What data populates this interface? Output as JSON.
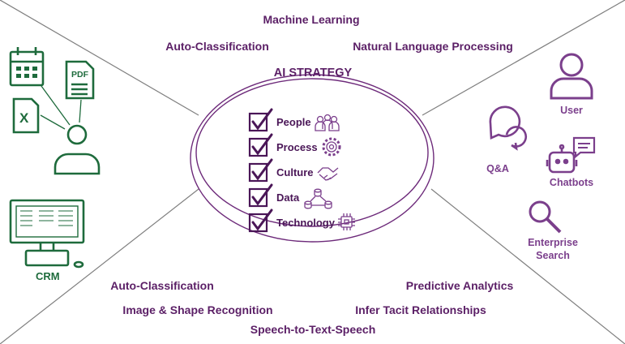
{
  "diagram": {
    "center_title": "AI STRATEGY",
    "top_labels": [
      "Machine Learning",
      "Auto-Classification",
      "Natural Language Processing"
    ],
    "bottom_labels": [
      "Auto-Classification",
      "Predictive Analytics",
      "Image & Shape Recognition",
      "Infer Tacit Relationships",
      "Speech-to-Text-Speech"
    ],
    "checklist": [
      {
        "label": "People",
        "icon": "people-icon"
      },
      {
        "label": "Process",
        "icon": "gear-icon"
      },
      {
        "label": "Culture",
        "icon": "handshake-icon"
      },
      {
        "label": "Data",
        "icon": "data-network-icon"
      },
      {
        "label": "Technology",
        "icon": "chip-icon"
      }
    ],
    "right_items": {
      "user": "User",
      "qa": "Q&A",
      "chatbots": "Chatbots",
      "search_line1": "Enterprise",
      "search_line2": "Search"
    },
    "left_items": {
      "pdf_text": "PDF",
      "excel_text": "X",
      "crm": "CRM"
    }
  },
  "colors": {
    "purple_dark": "#5b1f66",
    "purple_light": "#7b3f8c",
    "green": "#1e6b3c",
    "line_gray": "#7f7f7f"
  }
}
